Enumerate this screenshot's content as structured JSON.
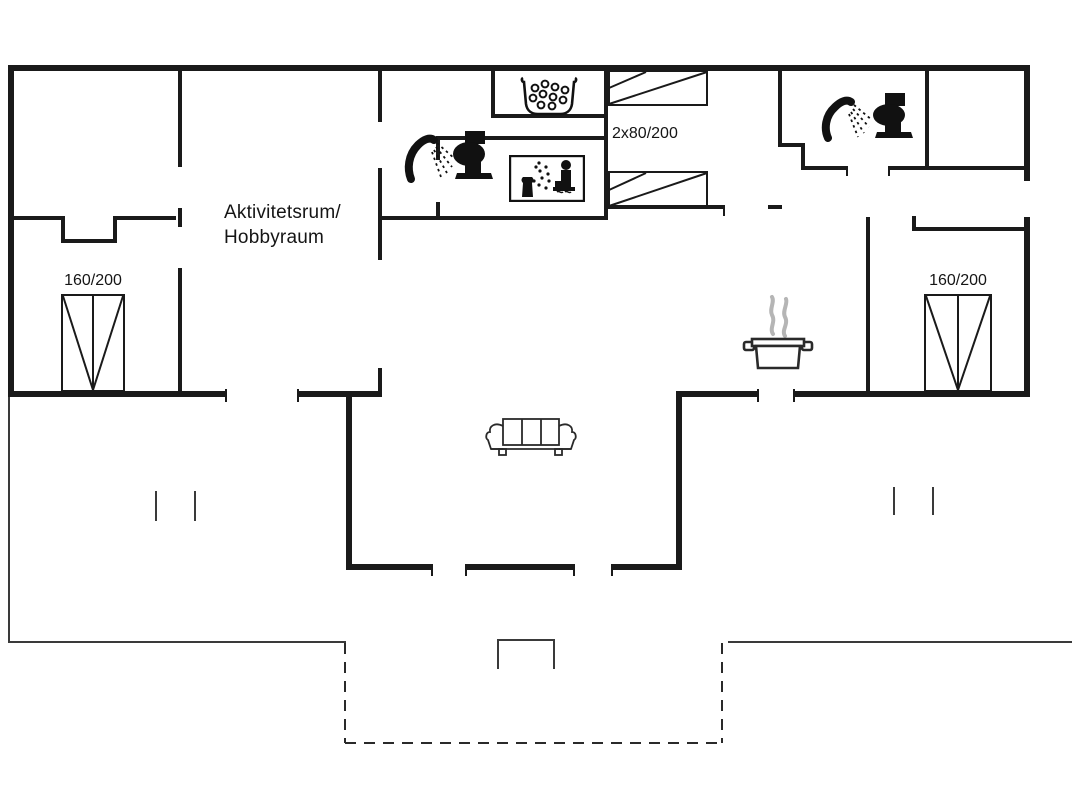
{
  "meta": {
    "type": "floor-plan",
    "background_color": "#ffffff",
    "wall_color": "#1a1a1a",
    "thin_line_color": "#3a3a3a",
    "steam_color": "#b5b5b5"
  },
  "rooms": {
    "activity_room": {
      "label_line1": "Aktivitetsrum/",
      "label_line2": "Hobbyraum"
    }
  },
  "furniture": {
    "bed_left": {
      "label": "160/200",
      "type": "double-bed"
    },
    "bed_right": {
      "label": "160/200",
      "type": "double-bed"
    },
    "beds_top": {
      "label": "2x80/200",
      "type": "two-single-beds"
    },
    "sofa": {
      "type": "three-seat-sofa"
    },
    "pot": {
      "type": "cooking-pot-kitchen"
    },
    "whirlpool": {
      "type": "basin-with-bubbles"
    },
    "sauna": {
      "type": "sauna-person-steam"
    },
    "bathroom_main": {
      "type": "shower-and-toilet"
    },
    "bathroom_second": {
      "type": "shower-and-toilet"
    }
  }
}
